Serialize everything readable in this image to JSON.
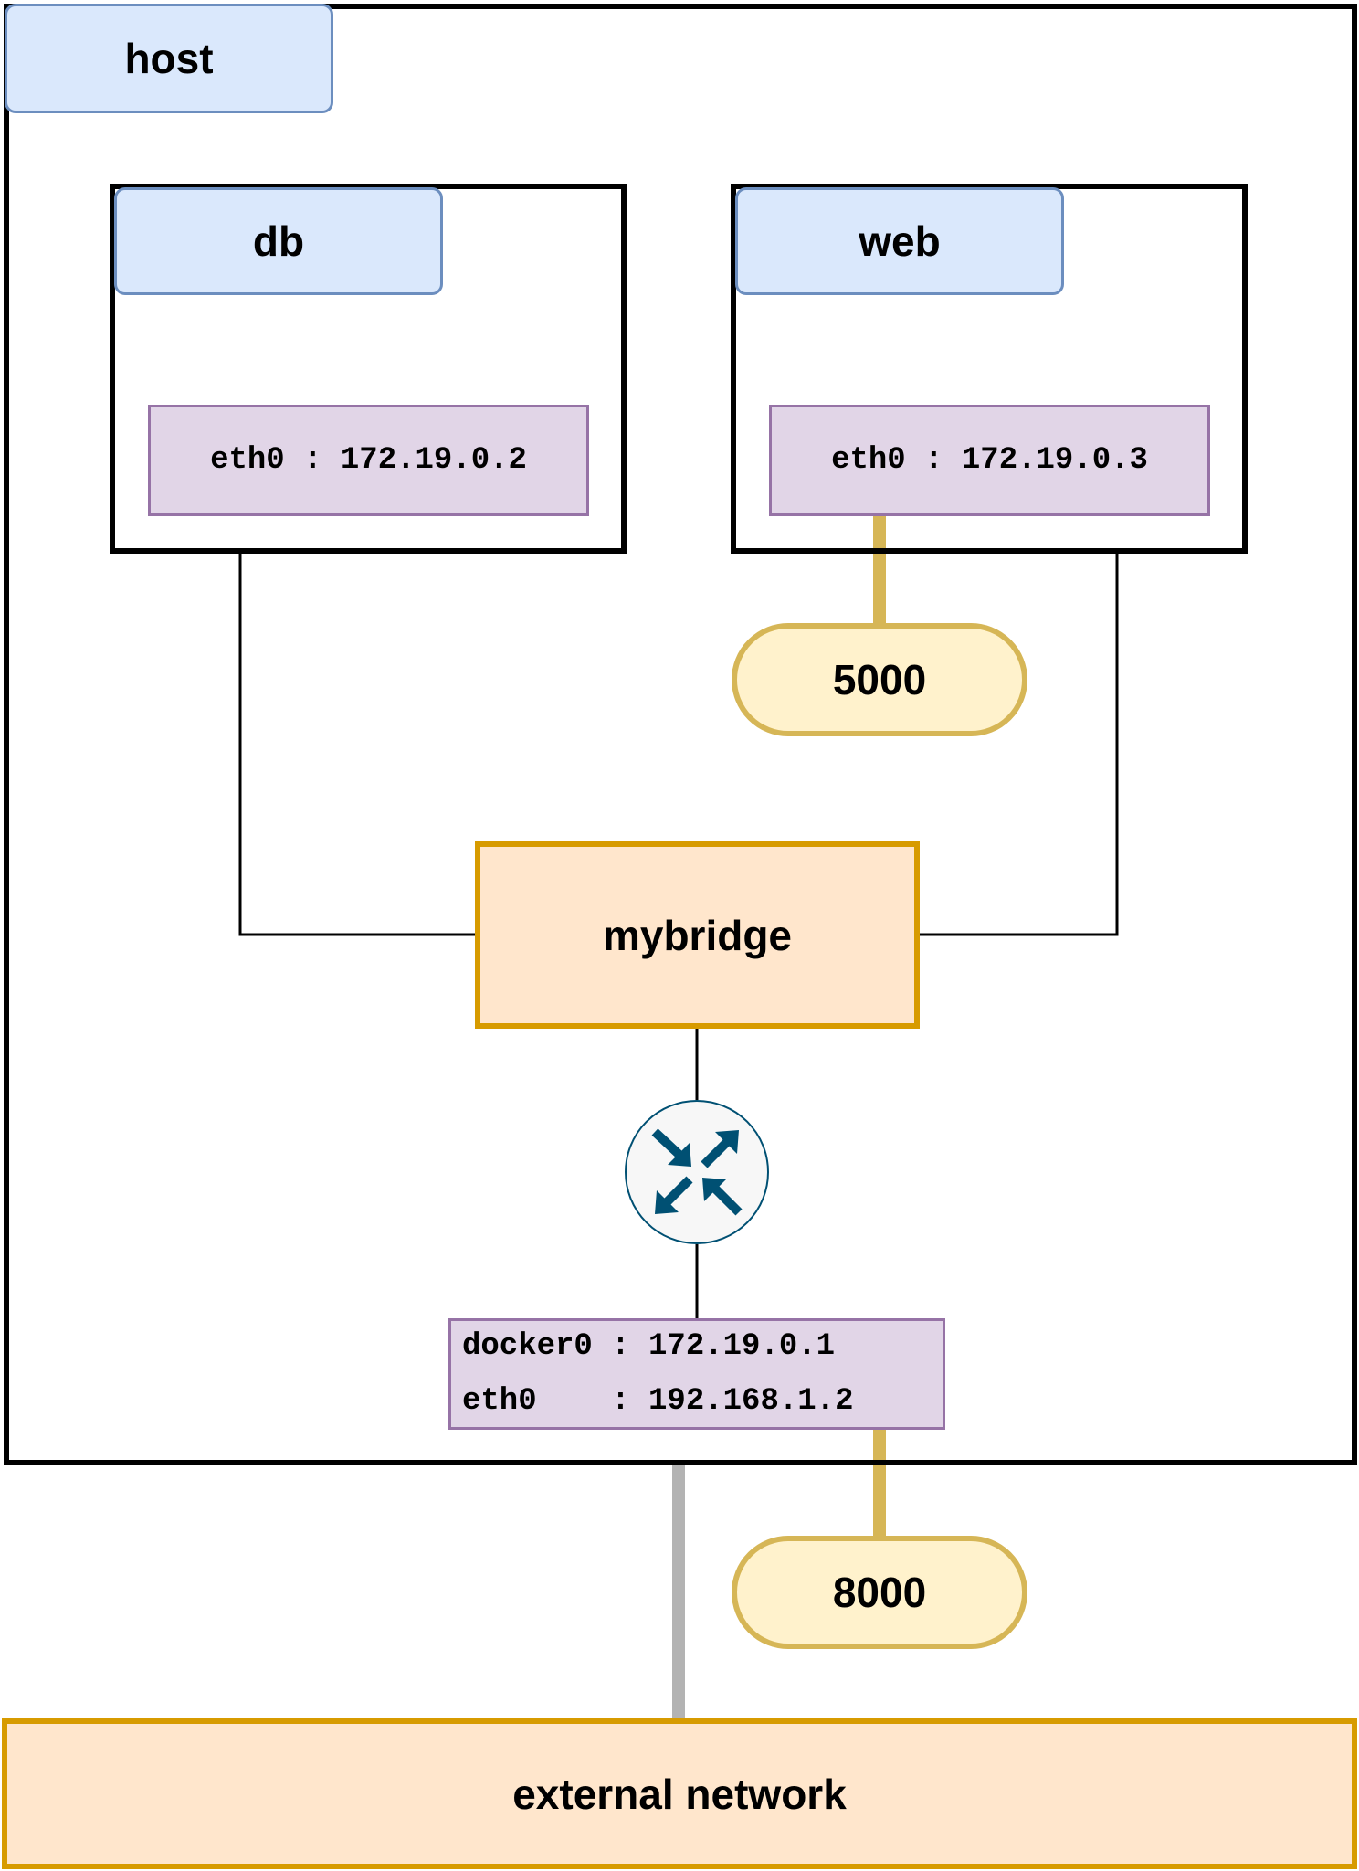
{
  "host": {
    "label": "host"
  },
  "containers": {
    "db": {
      "name": "db",
      "interface": "eth0 : 172.19.0.2"
    },
    "web": {
      "name": "web",
      "interface": "eth0 : 172.19.0.3"
    }
  },
  "ports": {
    "web_port": "5000",
    "host_port": "8000"
  },
  "bridge": {
    "label": "mybridge"
  },
  "router": {
    "icon": "router-icon"
  },
  "host_interfaces": {
    "line1": "docker0 : 172.19.0.1",
    "line2": "eth0    : 192.168.1.2"
  },
  "external": {
    "label": "external network"
  },
  "colors": {
    "tab_fill": "#dae8fc",
    "tab_stroke": "#6c8ebf",
    "iface_fill": "#e1d5e7",
    "iface_stroke": "#9673a6",
    "port_fill": "#fff2cc",
    "port_stroke": "#d6b656",
    "bridge_fill": "#ffe6cc",
    "bridge_stroke": "#d79b00",
    "router_icon": "#005073"
  }
}
